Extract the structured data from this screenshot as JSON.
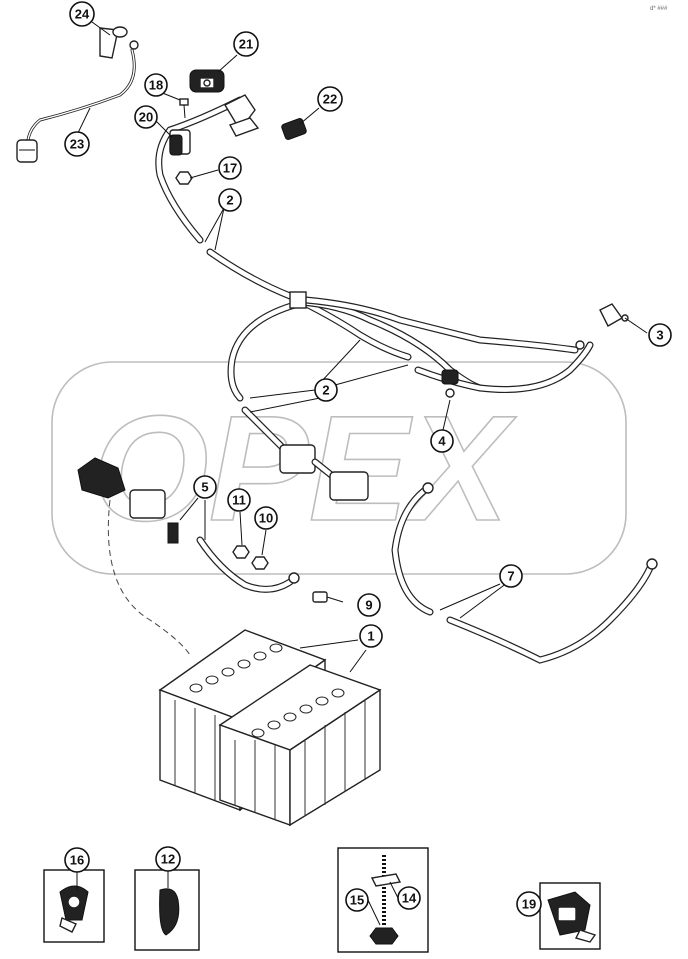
{
  "watermark": "OPEX",
  "corner_code": "d* ###",
  "callouts": [
    {
      "id": "c24",
      "label": "24"
    },
    {
      "id": "c21",
      "label": "21"
    },
    {
      "id": "c18",
      "label": "18"
    },
    {
      "id": "c22",
      "label": "22"
    },
    {
      "id": "c20",
      "label": "20"
    },
    {
      "id": "c23",
      "label": "23"
    },
    {
      "id": "c17",
      "label": "17"
    },
    {
      "id": "c2a",
      "label": "2"
    },
    {
      "id": "c3",
      "label": "3"
    },
    {
      "id": "c2b",
      "label": "2"
    },
    {
      "id": "c4",
      "label": "4"
    },
    {
      "id": "c5",
      "label": "5"
    },
    {
      "id": "c11",
      "label": "11"
    },
    {
      "id": "c10",
      "label": "10"
    },
    {
      "id": "c7",
      "label": "7"
    },
    {
      "id": "c9",
      "label": "9"
    },
    {
      "id": "c1",
      "label": "1"
    },
    {
      "id": "c16",
      "label": "16"
    },
    {
      "id": "c12",
      "label": "12"
    },
    {
      "id": "c15",
      "label": "15"
    },
    {
      "id": "c14",
      "label": "14"
    },
    {
      "id": "c19",
      "label": "19"
    }
  ]
}
